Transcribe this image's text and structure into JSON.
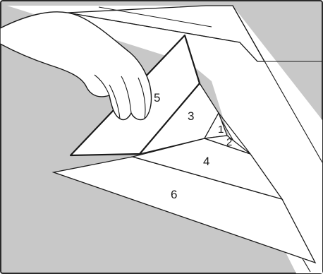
{
  "colors": {
    "background": "#c8c8c8",
    "paper": "#ffffff",
    "line": "#1a1a1a",
    "frame": "#2a2a2a"
  },
  "icons": [
    "hand-icon"
  ],
  "piece_labels": {
    "p1": "1",
    "p2": "2",
    "p3": "3",
    "p4": "4",
    "p5": "5",
    "p6": "6"
  }
}
